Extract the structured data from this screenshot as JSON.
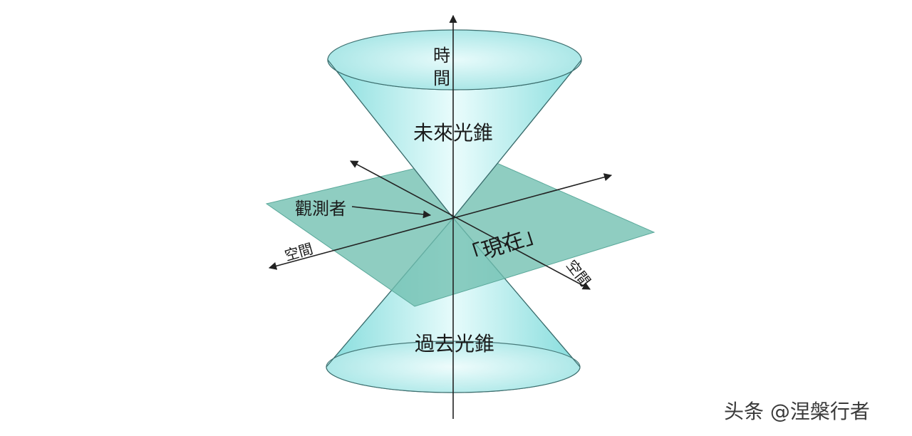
{
  "diagram": {
    "labels": {
      "time_axis_char1": "時",
      "time_axis_char2": "間",
      "future_light_cone": "未來光錐",
      "past_light_cone": "過去光錐",
      "observer": "觀測者",
      "space_axis_left": "空間",
      "space_axis_right": "空間",
      "present": "「現在」"
    },
    "colors": {
      "cone_fill_light": "#e8fbfb",
      "cone_fill_dark": "#7fd9d9",
      "cone_stroke": "#3c6e6e",
      "plane_fill": "#6fbfb0",
      "axis_stroke": "#222222"
    }
  },
  "watermark": {
    "text": "头条 @涅槃行者"
  }
}
